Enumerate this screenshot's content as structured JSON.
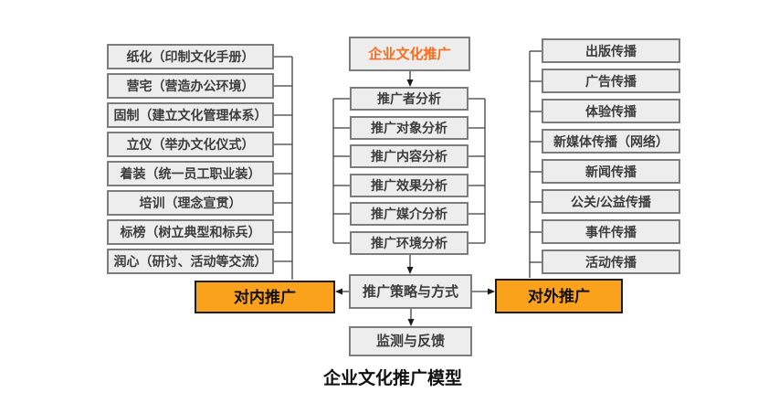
{
  "title": "企业文化推广模型",
  "root_label": "企业文化推广",
  "analysis": [
    "推广者分析",
    "推广对象分析",
    "推广内容分析",
    "推广效果分析",
    "推广媒介分析",
    "推广环境分析"
  ],
  "strategy_label": "推广策略与方式",
  "monitor_label": "监测与反馈",
  "internal": {
    "header": "对内推广",
    "items": [
      "纸化（印制文化手册）",
      "营宅（营造办公环境）",
      "固制（建立文化管理体系）",
      "立仪（举办文化仪式）",
      "着装（统一员工职业装）",
      "培训（理念宣贯）",
      "标榜（树立典型和标兵）",
      "润心（研讨、活动等交流）"
    ]
  },
  "external": {
    "header": "对外推广",
    "items": [
      "出版传播",
      "广告传播",
      "体验传播",
      "新媒体传播（网络）",
      "新闻传播",
      "公关/公益传播",
      "事件传播",
      "活动传播"
    ]
  },
  "colors": {
    "box_fill": "#ededed",
    "box_border": "#7c7c7c",
    "orange_fill": "#faa21b",
    "orange_text": "#fa6b1d",
    "line": "#3f3f3f",
    "text": "#3d3d3d"
  }
}
